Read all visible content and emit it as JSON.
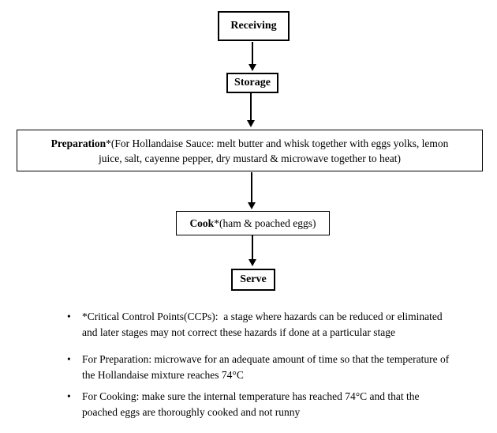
{
  "colors": {
    "background": "#ffffff",
    "line": "#000000",
    "text": "#000000"
  },
  "flow": {
    "receiving": {
      "label": "Receiving"
    },
    "storage": {
      "label": "Storage"
    },
    "preparation": {
      "bold": "Preparation",
      "line1_rest": "*(For Hollandaise Sauce: melt butter and whisk together with eggs yolks, lemon",
      "line2": "juice, salt, cayenne pepper, dry mustard & microwave together to heat)"
    },
    "cook": {
      "bold": "Cook",
      "rest": "*(ham & poached eggs)"
    },
    "serve": {
      "label": "Serve"
    }
  },
  "notes": {
    "bullet_char": "•",
    "ccp": {
      "line1": "*Critical Control Points(CCPs):  a stage where hazards can be reduced or eliminated",
      "line2": "and later stages may not correct these hazards if done at a particular stage"
    },
    "preparation": {
      "line1": "For Preparation: microwave for an adequate amount of time so that the temperature of",
      "line2": "the Hollandaise mixture reaches 74°C"
    },
    "cooking": {
      "line1": "For Cooking: make sure the internal temperature has reached 74°C and that the",
      "line2": "poached eggs are thoroughly cooked and not runny"
    }
  }
}
